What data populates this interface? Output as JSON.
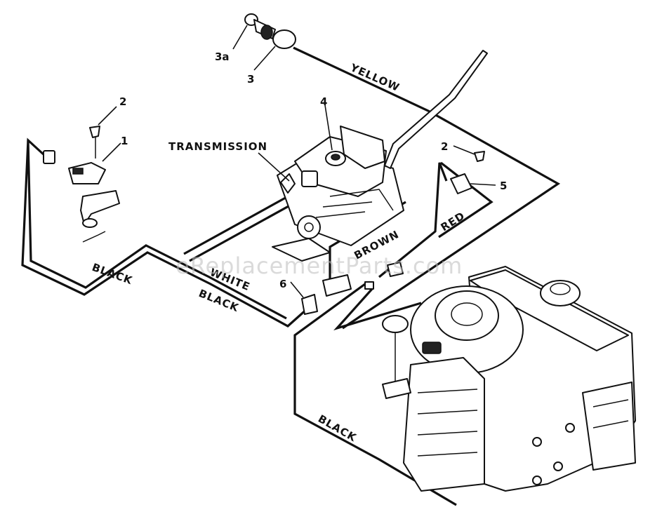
{
  "diagram": {
    "labels": {
      "transmission": "TRANSMISSION",
      "yellow": "YELLOW",
      "black_left": "BLACK",
      "white": "WHITE",
      "black_bottom": "BLACK",
      "brown": "BROWN",
      "red": "RED",
      "black_engine": "BLACK"
    },
    "callouts": {
      "c1": "1",
      "c2a": "2",
      "c2b": "2",
      "c3": "3",
      "c3a": "3a",
      "c4": "4",
      "c5": "5",
      "c6": "6"
    },
    "watermark": "eReplacementParts.com"
  }
}
